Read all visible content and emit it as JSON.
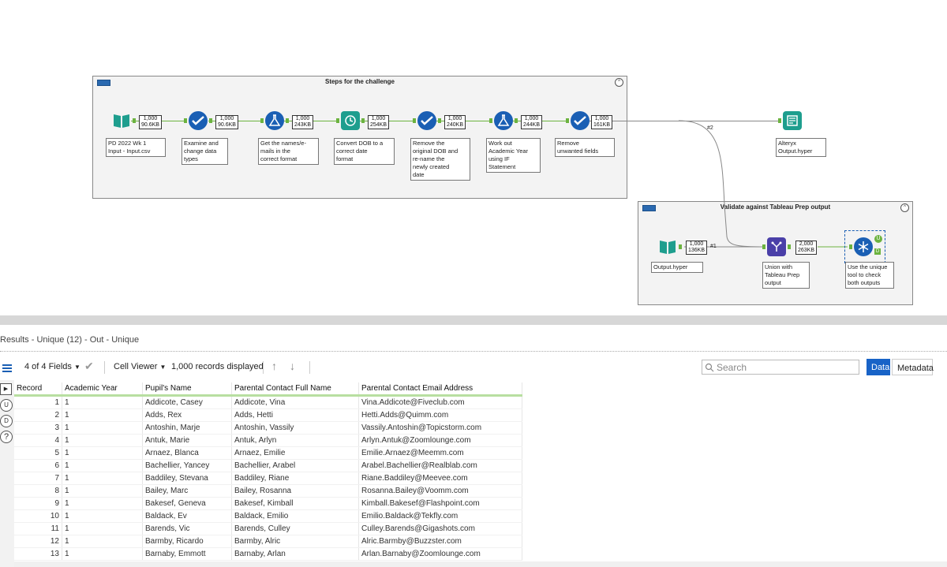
{
  "canvas": {
    "container1": {
      "title": "Steps for the challenge"
    },
    "container2": {
      "title": "Validate against Tableau Prep output"
    },
    "collapse_icon": "^",
    "wire_labels": [
      "#2",
      "#1"
    ],
    "tools": [
      {
        "name": "input-data-tool",
        "icon": "book-icon",
        "badge_rows": "1,000",
        "badge_size": "90.6KB",
        "annotation": "PD 2022 Wk 1\nInput - Input.csv"
      },
      {
        "name": "select-tool-1",
        "icon": "check-icon",
        "badge_rows": "1,000",
        "badge_size": "90.6KB",
        "annotation": "Examine and\nchange data\ntypes"
      },
      {
        "name": "formula-tool-1",
        "icon": "flask-icon",
        "badge_rows": "1,000",
        "badge_size": "243KB",
        "annotation": "Get the names/e-\nmails in the\ncorrect format"
      },
      {
        "name": "datetime-tool",
        "icon": "clock-icon",
        "badge_rows": "1,000",
        "badge_size": "254KB",
        "annotation": "Convert DOB to a\ncorrect date\nformat"
      },
      {
        "name": "select-tool-2",
        "icon": "check-icon",
        "badge_rows": "1,000",
        "badge_size": "240KB",
        "annotation": "Remove the\noriginal DOB and\nre-name the\nnewly created\ndate"
      },
      {
        "name": "formula-tool-2",
        "icon": "flask-icon",
        "badge_rows": "1,000",
        "badge_size": "244KB",
        "annotation": "Work out\nAcademic Year\nusing IF\nStatement"
      },
      {
        "name": "select-tool-3",
        "icon": "check-icon",
        "badge_rows": "1,000",
        "badge_size": "161KB",
        "annotation": "Remove\nunwanted fields"
      },
      {
        "name": "output-tool",
        "icon": "output-icon",
        "annotation": "Alteryx\nOutput.hyper"
      },
      {
        "name": "input-hyper-tool",
        "icon": "book-icon",
        "badge_rows": "1,000",
        "badge_size": "136KB",
        "annotation": "Output.hyper"
      },
      {
        "name": "union-tool",
        "icon": "union-icon",
        "badge_rows": "2,000",
        "badge_size": "263KB",
        "annotation": "Union with\nTableau Prep\noutput"
      },
      {
        "name": "unique-tool",
        "icon": "snowflake-icon",
        "annotation": "Use the unique\ntool to check\nboth outputs",
        "anchors": [
          "U",
          "D"
        ]
      }
    ]
  },
  "results": {
    "title": "Results - Unique (12) - Out - Unique",
    "fields_label": "4 of 4 Fields",
    "viewer_label": "Cell Viewer",
    "records_label": "1,000 records displayed",
    "search_placeholder": "Search",
    "data_label": "Data",
    "metadata_label": "Metadata",
    "side_buttons": [
      "U",
      "D",
      "?"
    ],
    "columns": [
      "Record",
      "Academic Year",
      "Pupil's Name",
      "Parental Contact Full Name",
      "Parental Contact Email Address"
    ],
    "rows": [
      [
        "1",
        "1",
        "Addicote, Casey",
        "Addicote, Vina",
        "Vina.Addicote@Fiveclub.com"
      ],
      [
        "2",
        "1",
        "Adds, Rex",
        "Adds, Hetti",
        "Hetti.Adds@Quimm.com"
      ],
      [
        "3",
        "1",
        "Antoshin, Marje",
        "Antoshin, Vassily",
        "Vassily.Antoshin@Topicstorm.com"
      ],
      [
        "4",
        "1",
        "Antuk, Marie",
        "Antuk, Arlyn",
        "Arlyn.Antuk@Zoomlounge.com"
      ],
      [
        "5",
        "1",
        "Arnaez, Blanca",
        "Arnaez, Emilie",
        "Emilie.Arnaez@Meemm.com"
      ],
      [
        "6",
        "1",
        "Bachellier, Yancey",
        "Bachellier, Arabel",
        "Arabel.Bachellier@Realblab.com"
      ],
      [
        "7",
        "1",
        "Baddiley, Stevana",
        "Baddiley, Riane",
        "Riane.Baddiley@Meevee.com"
      ],
      [
        "8",
        "1",
        "Bailey, Marc",
        "Bailey, Rosanna",
        "Rosanna.Bailey@Voomm.com"
      ],
      [
        "9",
        "1",
        "Bakesef, Geneva",
        "Bakesef, Kimball",
        "Kimball.Bakesef@Flashpoint.com"
      ],
      [
        "10",
        "1",
        "Baldack, Ev",
        "Baldack, Emilio",
        "Emilio.Baldack@Tekfly.com"
      ],
      [
        "11",
        "1",
        "Barends, Vic",
        "Barends, Culley",
        "Culley.Barends@Gigashots.com"
      ],
      [
        "12",
        "1",
        "Barmby, Ricardo",
        "Barmby, Alric",
        "Alric.Barmby@Buzzster.com"
      ],
      [
        "13",
        "1",
        "Barnaby, Emmott",
        "Barnaby, Arlan",
        "Arlan.Barnaby@Zoomlounge.com"
      ]
    ]
  }
}
